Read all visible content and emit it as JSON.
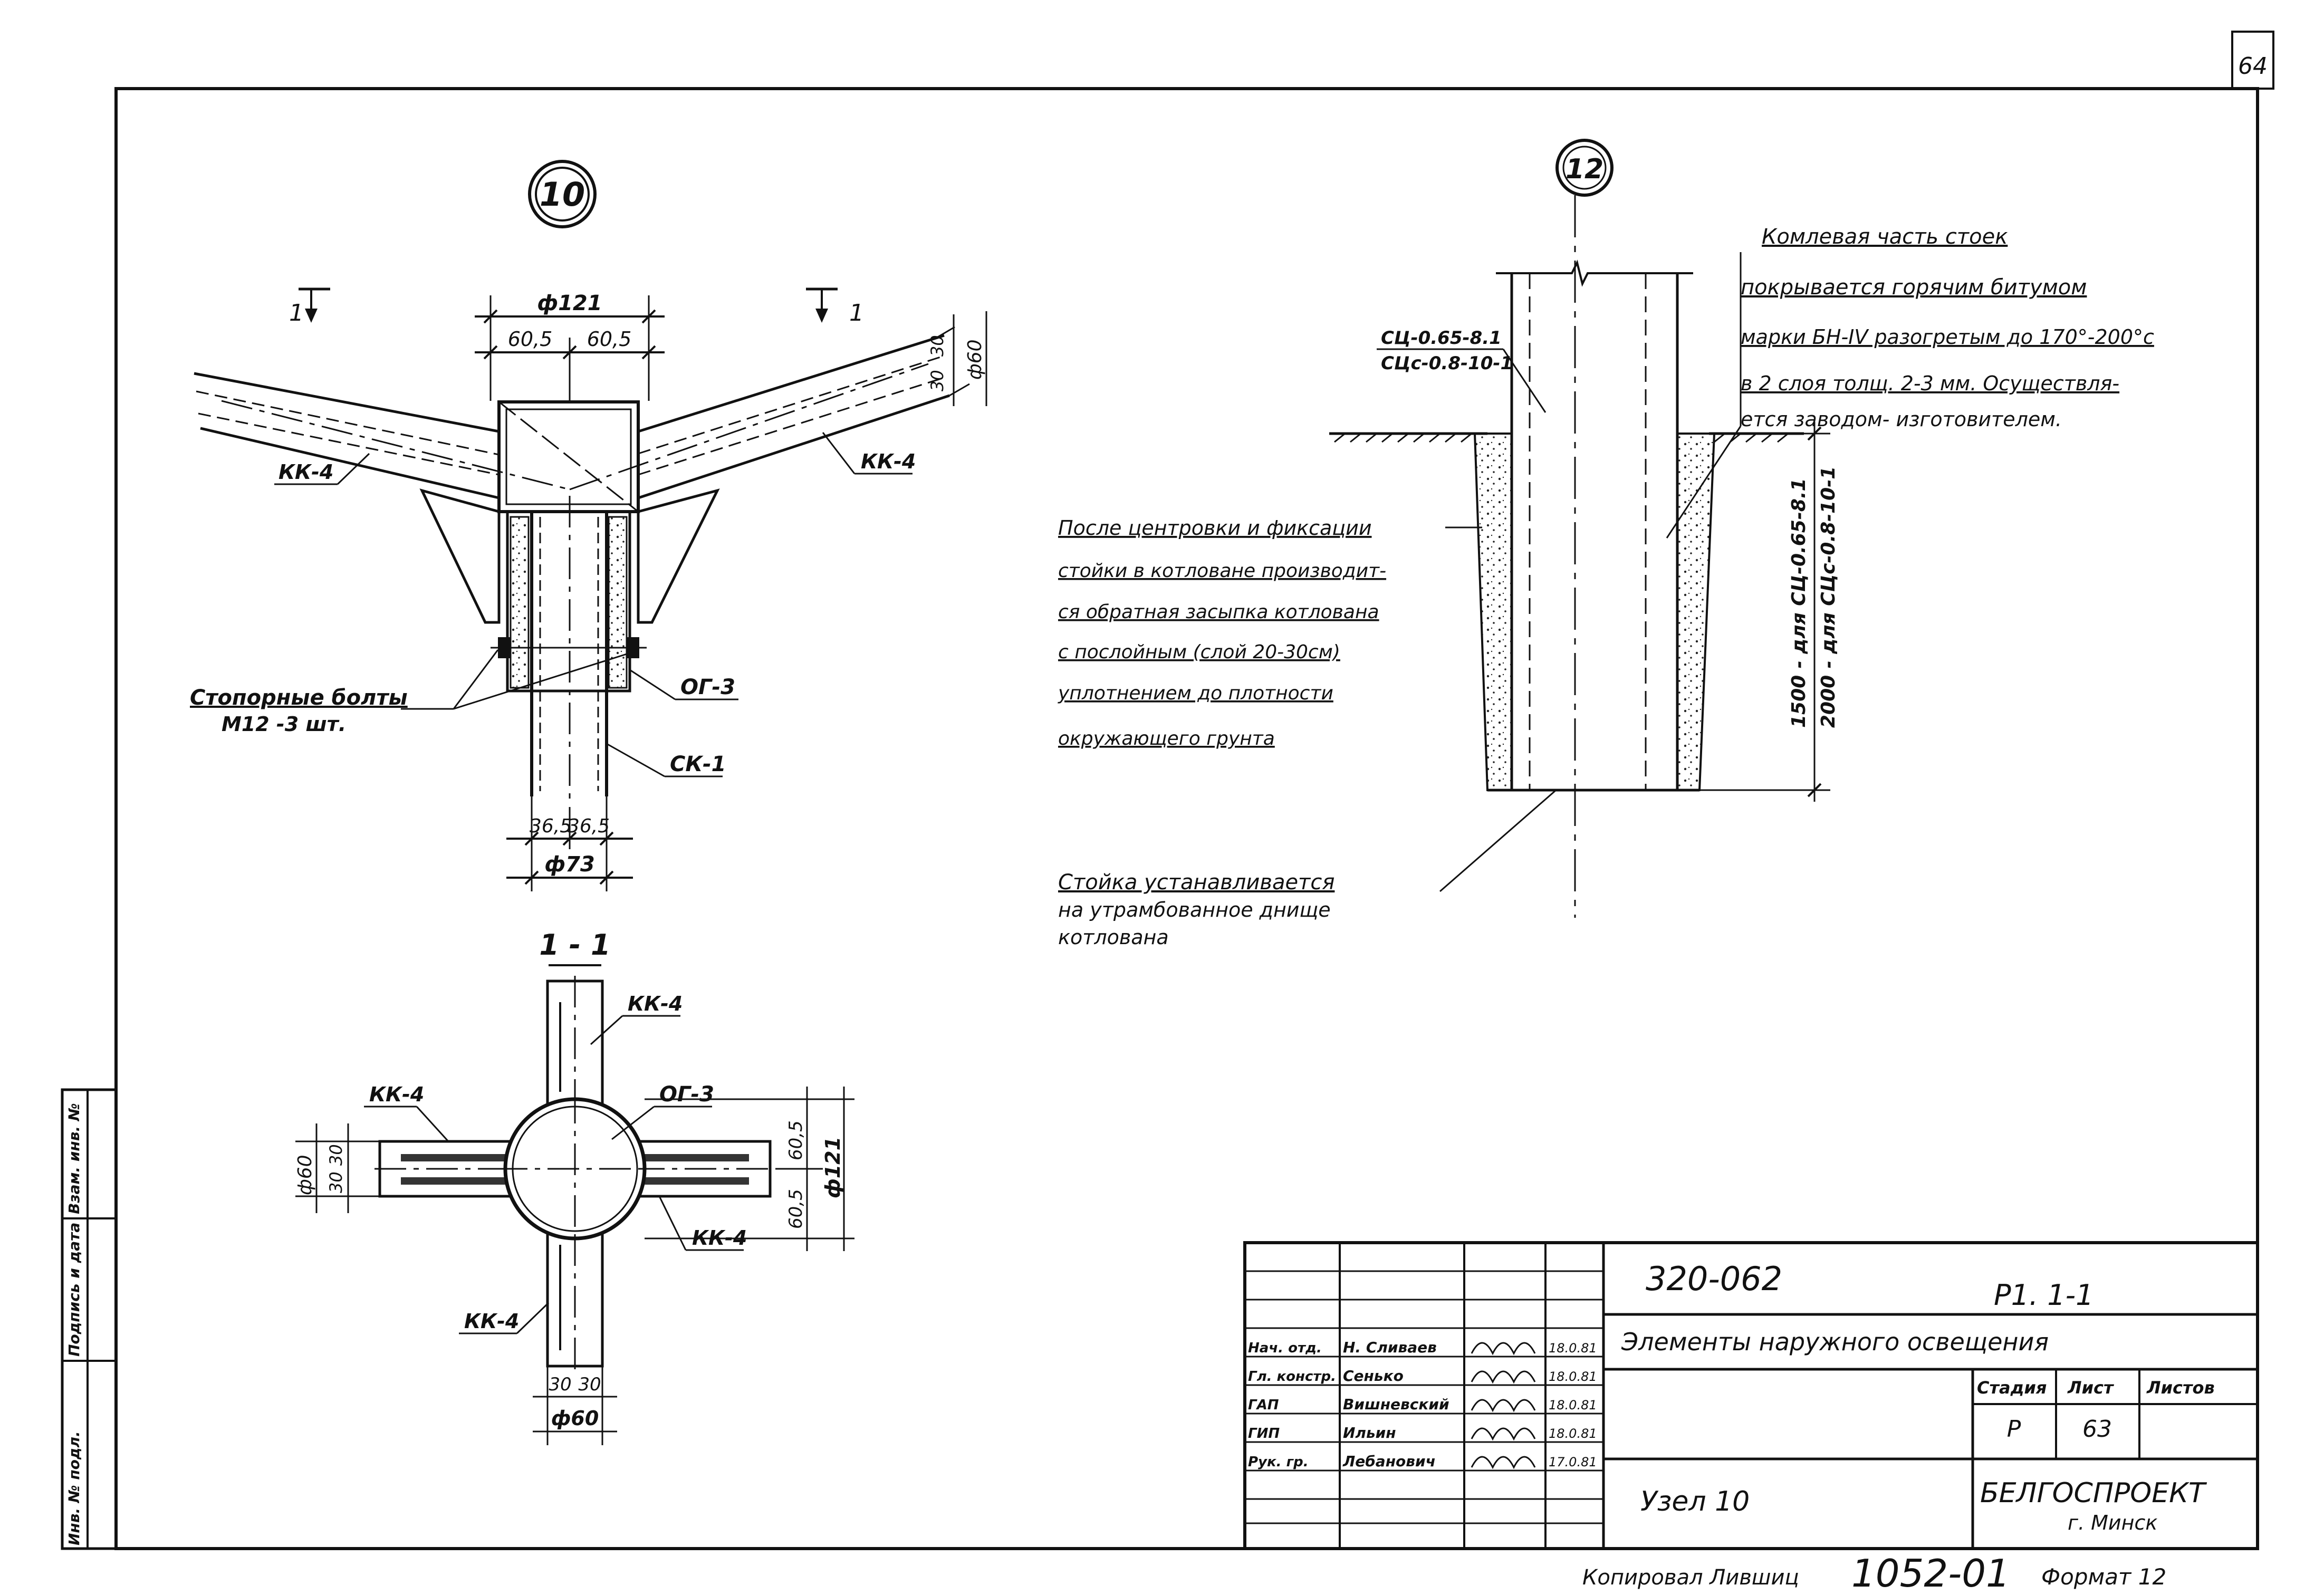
{
  "sheet": {
    "corner_number": "64",
    "copy_note": "Копировал Лившиц",
    "inventory_number": "1052-01",
    "format": "Формат 12"
  },
  "node10": {
    "marker": "10",
    "section_mark_left": "1",
    "section_mark_right": "1",
    "dim_top_total": "ф121",
    "dim_top_left": "60,5",
    "dim_top_right": "60,5",
    "dim_right_a": "30",
    "dim_right_b": "30",
    "dim_right_dia": "ф60",
    "label_kk_left": "КК-4",
    "label_kk_right": "КК-4",
    "label_bolts_1": "Стопорные болты",
    "label_bolts_2": "М12 -3 шт.",
    "label_og": "ОГ-3",
    "label_sk": "СК-1",
    "dim_bottom_left": "36,5",
    "dim_bottom_right": "36,5",
    "dim_bottom_total": "ф73"
  },
  "section11": {
    "title": "1 - 1",
    "label_kk_top": "КК-4",
    "label_kk_left": "КК-4",
    "label_kk_right": "КК-4",
    "label_kk_bottom": "КК-4",
    "label_og": "ОГ-3",
    "dim_left_dia": "ф60",
    "dim_left_a": "30",
    "dim_left_b": "30",
    "dim_right_a": "60,5",
    "dim_right_b": "60,5",
    "dim_right_dia": "ф121",
    "dim_bottom_a": "30",
    "dim_bottom_b": "30",
    "dim_bottom_dia": "ф60"
  },
  "node12": {
    "marker": "12",
    "label_type_1": "СЦ-0.65-8.1",
    "label_type_2": "СЦс-0.8-10-1",
    "note_top": [
      "Комлевая часть стоек",
      "покрывается горячим битумом",
      "марки БН-IV разогретым до 170°-200°с",
      "в 2 слоя толщ. 2-3 мм. Осуществля-",
      "ется заводом- изготовителем."
    ],
    "note_left": [
      "После центровки и фиксации",
      "стойки в котловане производит-",
      "ся обратная засыпка котлована",
      "с послойным (слой 20-30см)",
      "уплотнением до плотности",
      "окружающего грунта"
    ],
    "note_bottom": [
      "Стойка устанавливается",
      "на утрамбованное днище",
      "котлована"
    ],
    "dim_depth_1": "1500 - для СЦ-0.65-8.1",
    "dim_depth_2": "2000 - для СЦс-0.8-10-1"
  },
  "title_block": {
    "doc_code": "320-062",
    "sheet_code": "Р1. 1-1",
    "title": "Элементы наружного освещения",
    "stage_header": "Стадия",
    "sheet_header": "Лист",
    "sheets_header": "Листов",
    "stage": "Р",
    "sheet_no": "63",
    "node_name": "Узел 10",
    "org_1": "БЕЛГОСПРОЕКТ",
    "org_2": "г. Минск",
    "signatures": [
      {
        "role": "Нач. отд.",
        "name": "Н. Сливаев",
        "date": "18.0.81"
      },
      {
        "role": "Гл. констр.",
        "name": "Сенько",
        "date": "18.0.81"
      },
      {
        "role": "ГАП",
        "name": "Вишневский",
        "date": "18.0.81"
      },
      {
        "role": "ГИП",
        "name": "Ильин",
        "date": "18.0.81"
      },
      {
        "role": "Рук. гр.",
        "name": "Лебанович",
        "date": "17.0.81"
      }
    ]
  },
  "side_stamp": {
    "cells": [
      "Инв. № подл.",
      "Подпись и дата",
      "Взам. инв. №"
    ]
  }
}
